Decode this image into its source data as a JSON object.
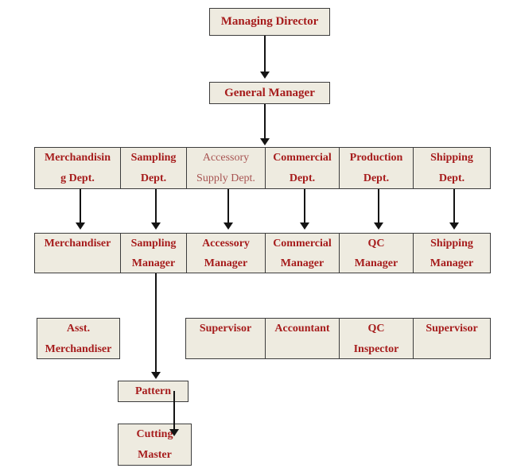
{
  "colors": {
    "box_fill": "#EEEBE0",
    "box_border": "#3C3C3C",
    "text_red_bold": "#A61C1C",
    "text_red_light": "#A85452",
    "arrow_black": "#141414",
    "page_background": "#FFFFFF"
  },
  "nodes": {
    "managing_director": "Managing Director",
    "general_manager": "General Manager",
    "dept_row": [
      {
        "lines": [
          "Merchandisin",
          "g Dept."
        ]
      },
      {
        "lines": [
          "Sampling",
          "Dept."
        ]
      },
      {
        "lines": [
          "Accessory",
          "Supply Dept."
        ]
      },
      {
        "lines": [
          "Commercial",
          "Dept."
        ]
      },
      {
        "lines": [
          "Production",
          "Dept."
        ]
      },
      {
        "lines": [
          "Shipping",
          "Dept."
        ]
      }
    ],
    "manager_row": [
      {
        "lines": [
          "Merchandiser"
        ]
      },
      {
        "lines": [
          "Sampling",
          "Manager"
        ]
      },
      {
        "lines": [
          "Accessory",
          "Manager"
        ]
      },
      {
        "lines": [
          "Commercial",
          "Manager"
        ]
      },
      {
        "lines": [
          "QC",
          "Manager"
        ]
      },
      {
        "lines": [
          "Shipping",
          "Manager"
        ]
      }
    ],
    "asst_merchandiser": {
      "lines": [
        "Asst.",
        "Merchandiser"
      ]
    },
    "staff_row": [
      {
        "lines": [
          "Supervisor"
        ]
      },
      {
        "lines": [
          "Accountant"
        ]
      },
      {
        "lines": [
          "QC",
          "Inspector"
        ]
      },
      {
        "lines": [
          "Supervisor"
        ]
      }
    ],
    "pattern": "Pattern",
    "cutting_master": {
      "lines": [
        "Cutting",
        "Master"
      ]
    }
  },
  "edges": [
    {
      "from": "managing_director",
      "to": "general_manager"
    },
    {
      "from": "general_manager",
      "to": "departments"
    },
    {
      "from": "merchandising_dept",
      "to": "merchandiser"
    },
    {
      "from": "sampling_dept",
      "to": "sampling_manager"
    },
    {
      "from": "accessory_supply_dept",
      "to": "accessory_manager"
    },
    {
      "from": "commercial_dept",
      "to": "commercial_manager"
    },
    {
      "from": "production_dept",
      "to": "qc_manager"
    },
    {
      "from": "shipping_dept",
      "to": "shipping_manager"
    },
    {
      "from": "sampling_manager",
      "to": "pattern"
    },
    {
      "from": "pattern",
      "to": "cutting_master"
    }
  ]
}
